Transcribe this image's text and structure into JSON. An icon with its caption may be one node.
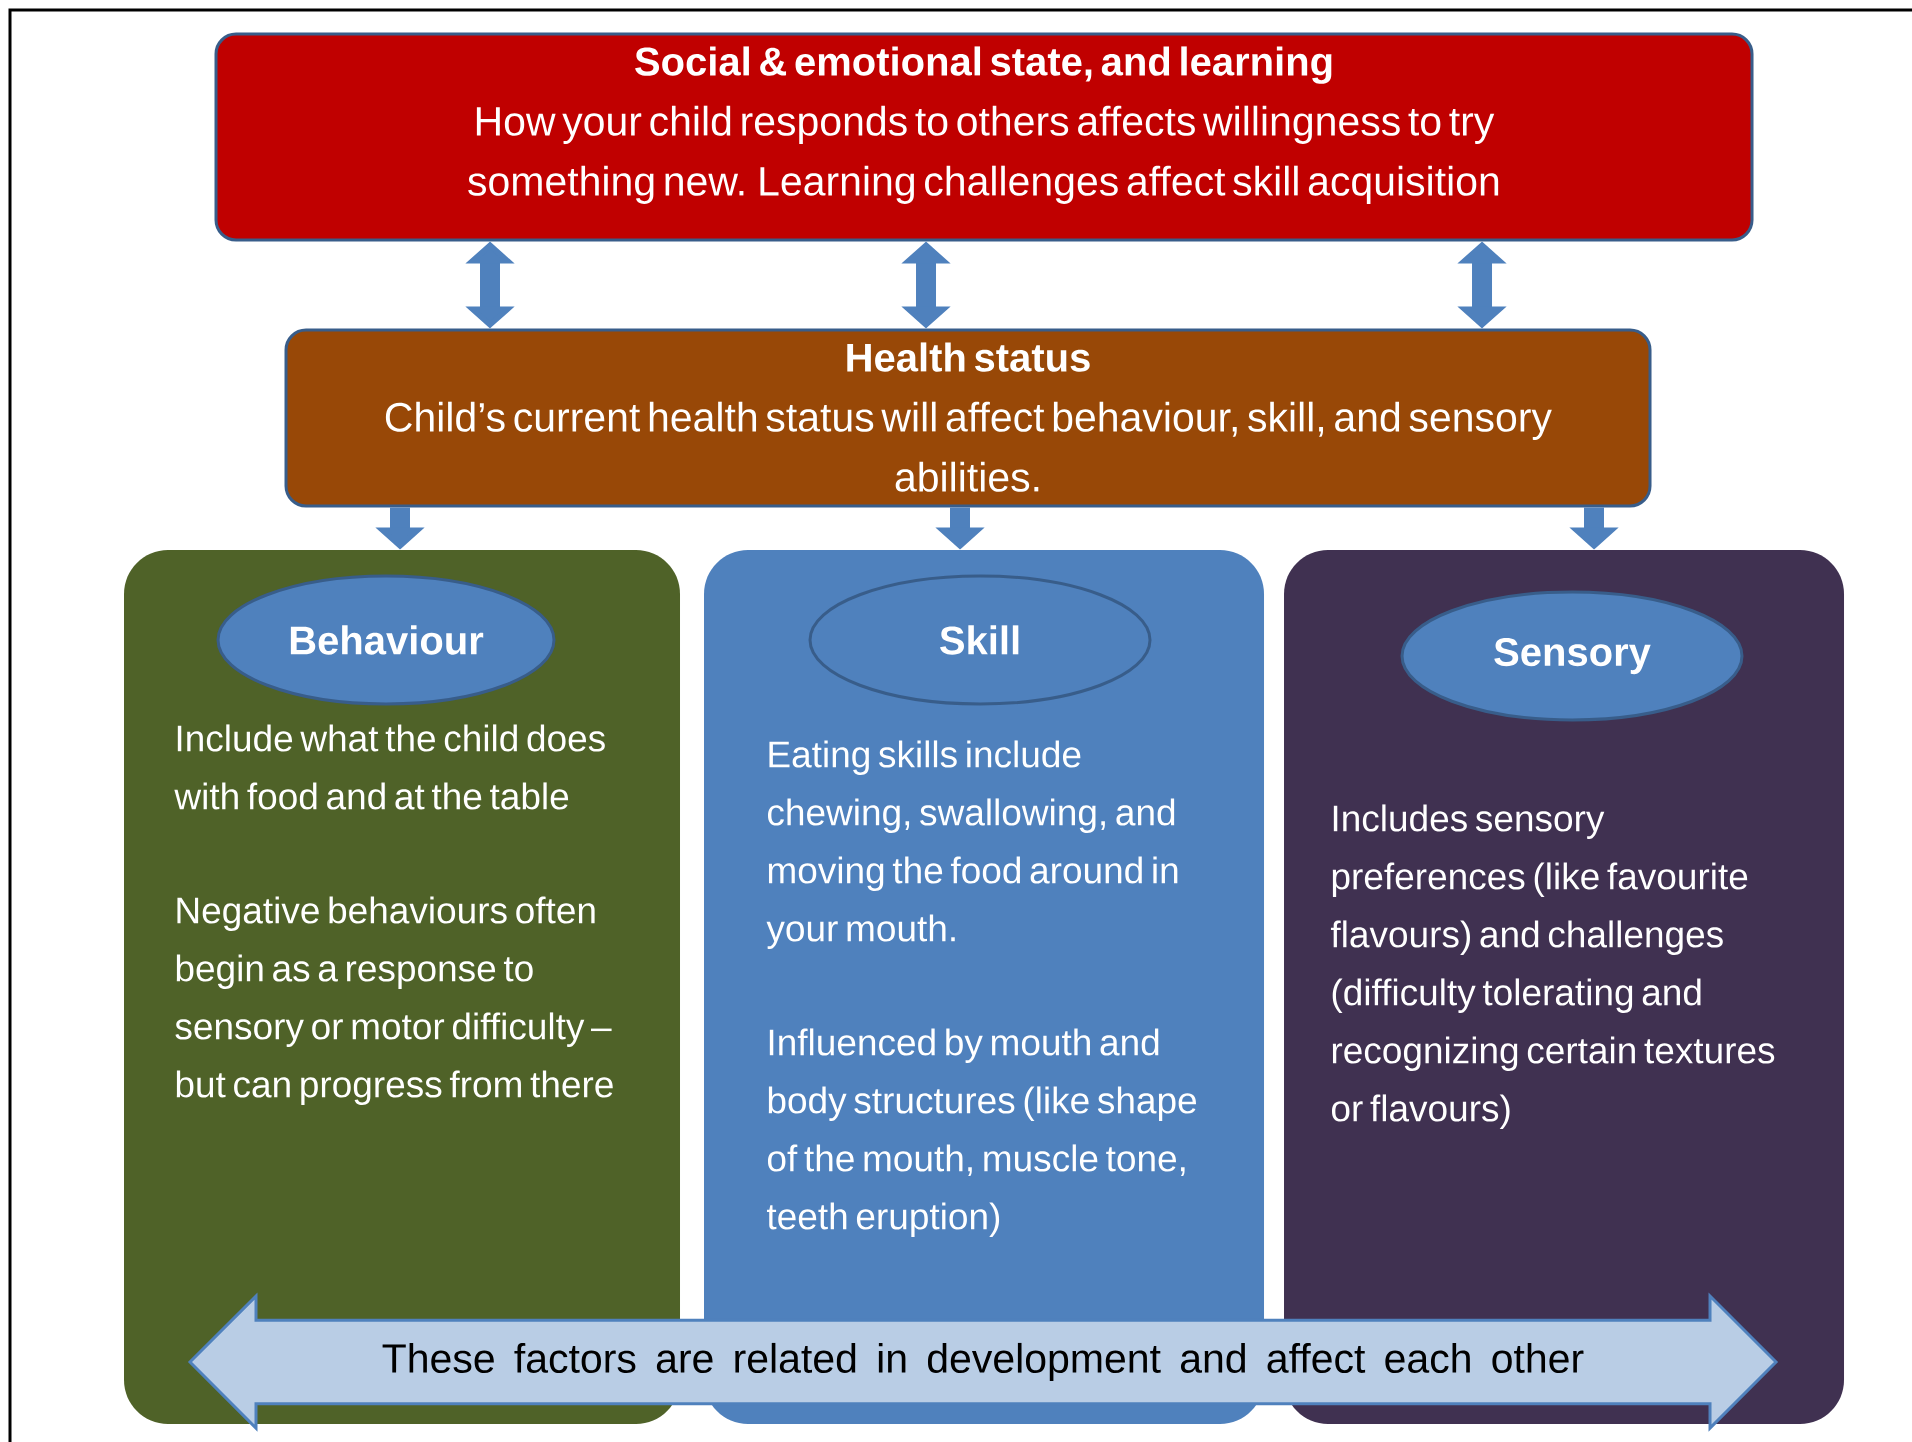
{
  "diagram": {
    "nodes": [
      {
        "text": [
          "Social & emotional state, and learning",
          "How your child responds to others affects willingness to try something new. Learning challenges affect skill acquisition"
        ]
      },
      {
        "text": [
          "Health status",
          "Child’s current health status will affect behaviour, skill, and sensory abilities."
        ]
      },
      {
        "text": [
          "Include what the child does with food and at the table",
          "Negative behaviours often begin as a response to sensory or motor difficulty – but can progress from there"
        ]
      },
      {
        "text": [
          "Behaviour"
        ],
        "in": 2
      },
      {
        "text": [
          "Eating skills include chewing, swallowing, and moving the food around in your mouth.",
          "Influenced by mouth and body structures (like shape of the mouth, muscle tone, teeth eruption)"
        ]
      },
      {
        "text": [
          "Skill"
        ],
        "in": 4
      },
      {
        "text": [
          "Includes sensory preferences (like favourite flavours) and challenges (difficulty tolerating and recognizing certain textures or flavours)"
        ]
      },
      {
        "text": [
          "Sensory"
        ],
        "in": 6
      },
      {
        "text": [
          "These factors are related in development and affect each other"
        ]
      }
    ],
    "edges": [
      {
        "from": 0,
        "to": 1,
        "arrow": "both"
      },
      {
        "from": 0,
        "to": 1,
        "arrow": "both"
      },
      {
        "from": 0,
        "to": 1,
        "arrow": "both"
      },
      {
        "from": 1,
        "to": 2,
        "arrow": "to"
      },
      {
        "from": 1,
        "to": 4,
        "arrow": "to"
      },
      {
        "from": 1,
        "to": 6,
        "arrow": "to"
      }
    ]
  }
}
